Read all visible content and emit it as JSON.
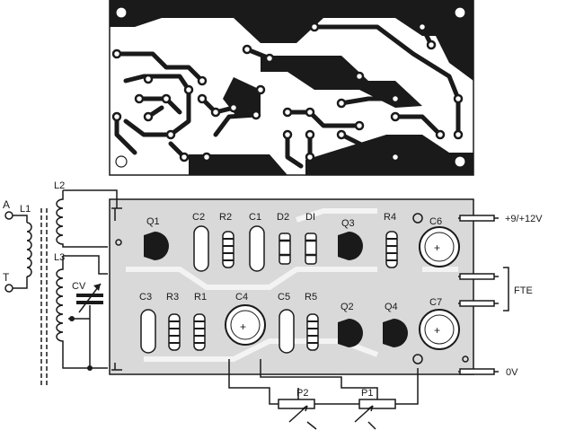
{
  "labels": {
    "antenna": "A",
    "ground": "T",
    "l1": "L1",
    "l2": "L2",
    "l3": "L3",
    "cv": "CV",
    "q1": "Q1",
    "c2": "C2",
    "r2": "R2",
    "c1": "C1",
    "d2": "D2",
    "d1": "DI",
    "q3": "Q3",
    "r4": "R4",
    "c6": "C6",
    "c3": "C3",
    "r3": "R3",
    "r1": "R1",
    "c4": "C4",
    "c5": "C5",
    "r5": "R5",
    "q2": "Q2",
    "q4": "Q4",
    "c7": "C7",
    "p2": "P2",
    "p1": "P1",
    "supply": "+9/+12V",
    "fte": "FTE",
    "zero_v": "0V"
  },
  "colors": {
    "ink": "#1a1a1a",
    "board": "#d9d9d9",
    "paper": "#ffffff"
  }
}
